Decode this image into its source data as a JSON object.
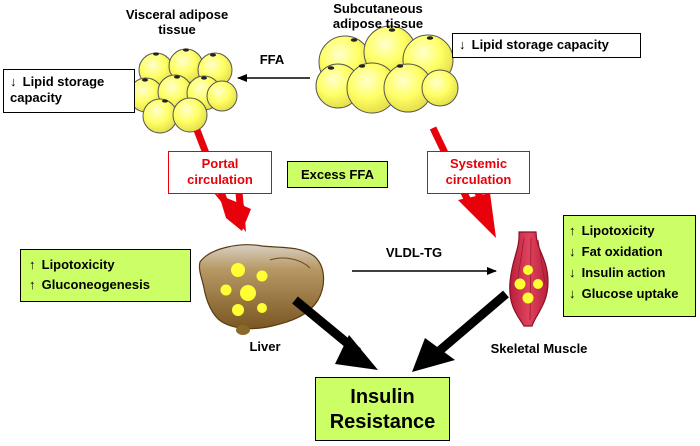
{
  "labels": {
    "visceral": "Visceral adipose tissue",
    "subcutaneous": "Subcutaneous adipose tissue",
    "ffa": "FFA",
    "vldl": "VLDL-TG",
    "liver": "Liver",
    "muscle": "Skeletal Muscle"
  },
  "boxes": {
    "visceral_lipid": {
      "arrow": "↓",
      "text": "Lipid storage capacity"
    },
    "subcut_lipid": {
      "arrow": "↓",
      "text": "Lipid storage capacity"
    },
    "portal": "Portal circulation",
    "systemic": "Systemic circulation",
    "excess_ffa": "Excess FFA",
    "liver_effects": [
      {
        "arrow": "↑",
        "text": "Lipotoxicity"
      },
      {
        "arrow": "↑",
        "text": "Gluconeogenesis"
      }
    ],
    "muscle_effects": [
      {
        "arrow": "↑",
        "text": "Lipotoxicity"
      },
      {
        "arrow": "↓",
        "text": "Fat oxidation"
      },
      {
        "arrow": "↓",
        "text": "Insulin action"
      },
      {
        "arrow": "↓",
        "text": "Glucose uptake"
      }
    ],
    "outcome": "Insulin Resistance"
  },
  "colors": {
    "green_box": "#ccff66",
    "red": "#e8000b",
    "fat_cell": "#ffff66",
    "liver": "#a07838",
    "muscle": "#d6304a"
  }
}
